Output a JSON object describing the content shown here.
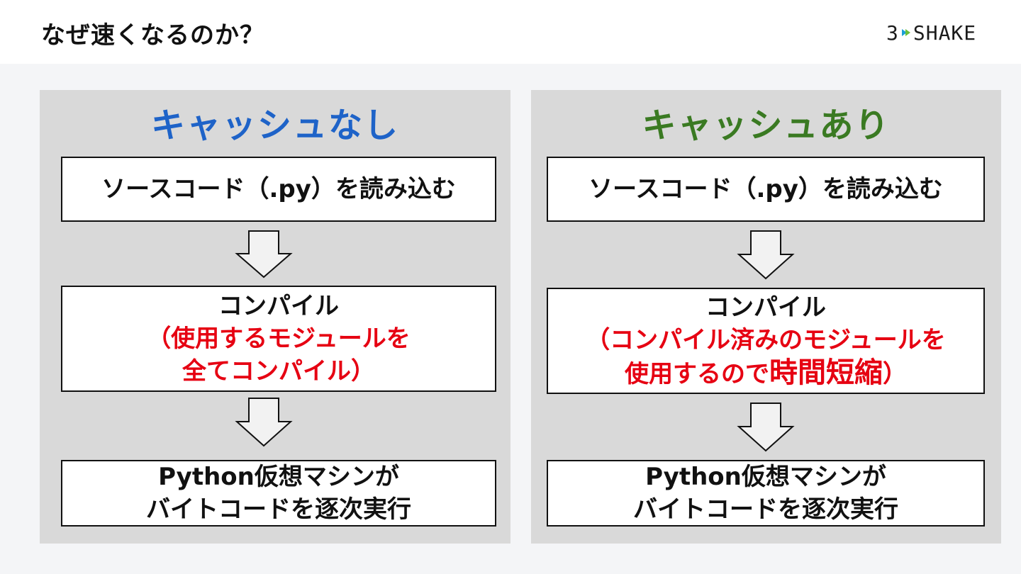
{
  "header": {
    "title": "なぜ速くなるのか？",
    "logo": {
      "left": "3",
      "right": "SHAKE"
    }
  },
  "colors": {
    "no_cache_title": "#1e63c8",
    "cache_title": "#3a7a22",
    "emphasis": "#e60012"
  },
  "panels": {
    "no_cache": {
      "title": "キャッシュなし",
      "step1": "ソースコード（.py）を読み込む",
      "step2_title": "コンパイル",
      "step2_note_line1": "（使用するモジュールを",
      "step2_note_line2": "全てコンパイル）",
      "step3_line1": "Python仮想マシンが",
      "step3_line2": "バイトコードを逐次実行"
    },
    "cache": {
      "title": "キャッシュあり",
      "step1": "ソースコード（.py）を読み込む",
      "step2_title": "コンパイル",
      "step2_note_line1": "（コンパイル済みのモジュールを",
      "step2_note_line2a": "使用するので",
      "step2_note_line2b": "時間短縮",
      "step2_note_line2c": "）",
      "step3_line1": "Python仮想マシンが",
      "step3_line2": "バイトコードを逐次実行"
    }
  }
}
